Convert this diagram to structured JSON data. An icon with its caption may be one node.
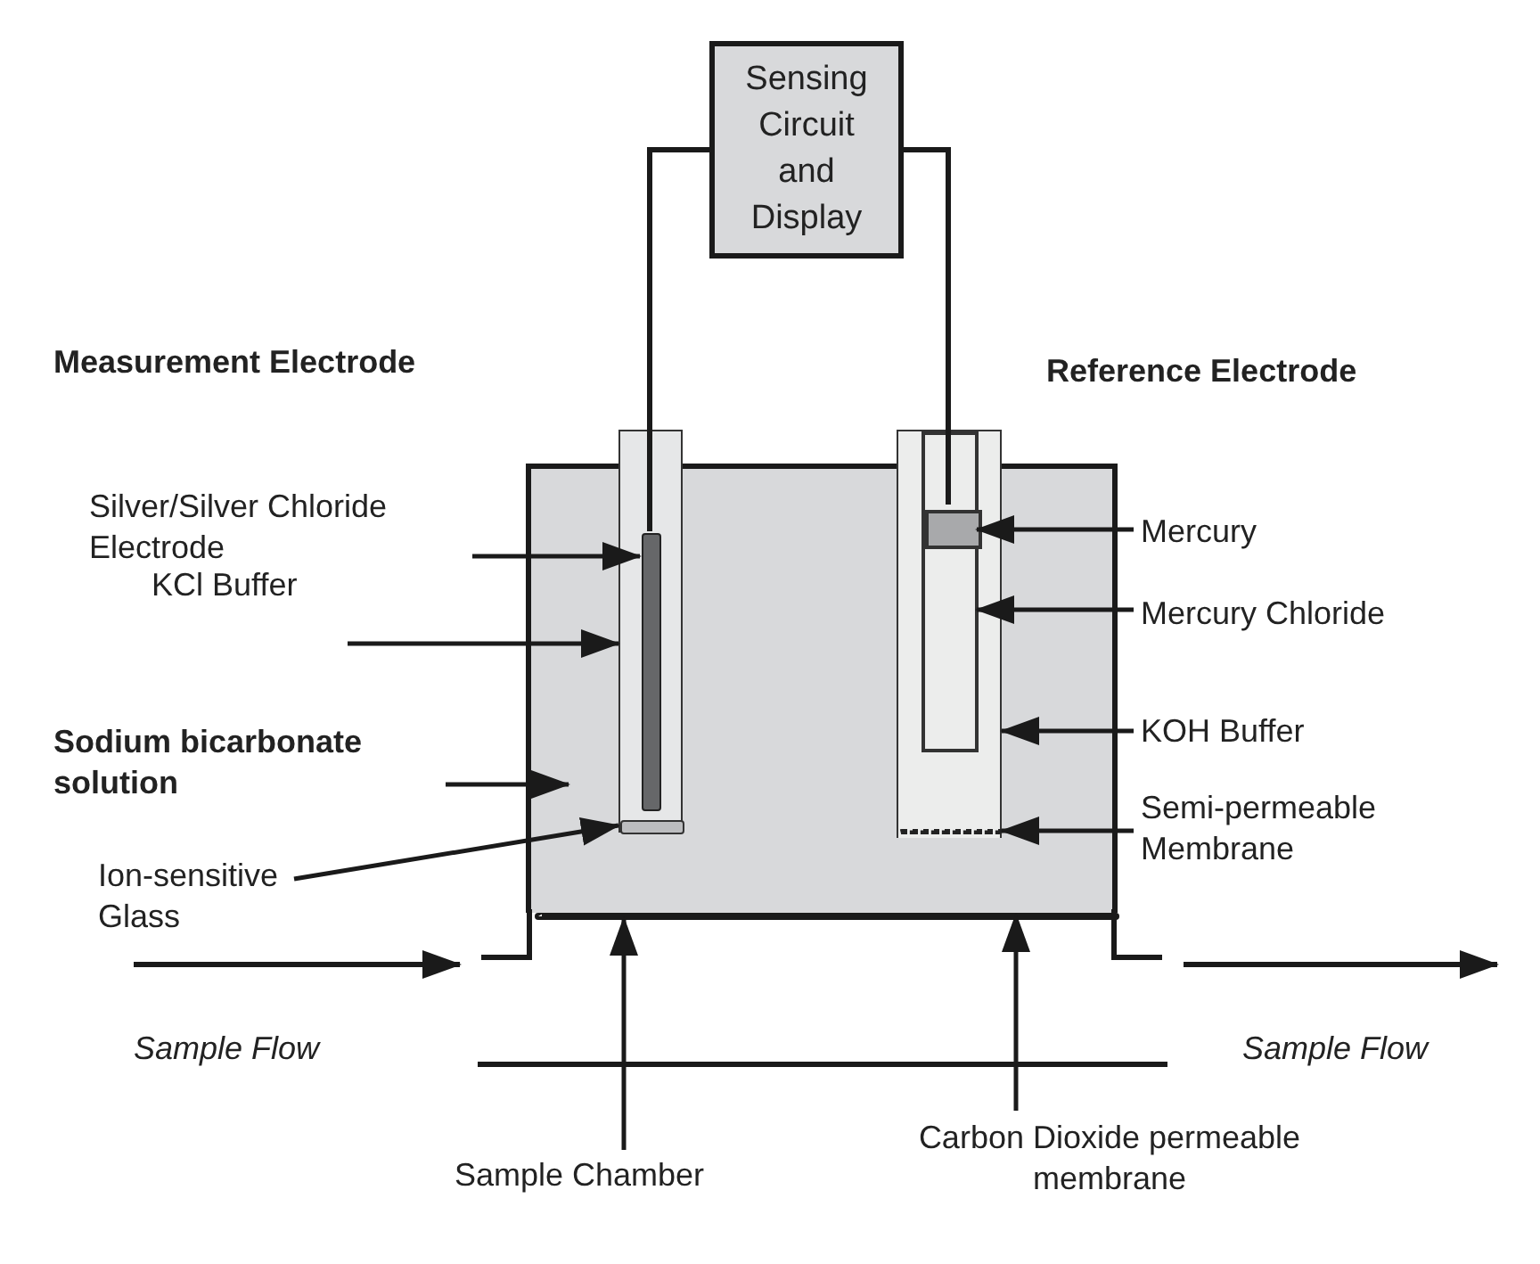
{
  "diagram": {
    "nodes": [
      {
        "text": [
          "Sensing Circuit and Display"
        ]
      },
      {
        "text": [
          "Silver/Silver Chloride Electrode"
        ]
      },
      {
        "text": [
          "KCl Buffer"
        ]
      },
      {
        "text": [
          "Sodium bicarbonate solution"
        ]
      },
      {
        "text": [
          "Ion-sensitive Glass"
        ]
      },
      {
        "text": [
          "Mercury"
        ]
      },
      {
        "text": [
          "Mercury Chloride"
        ]
      },
      {
        "text": [
          "KOH Buffer"
        ]
      },
      {
        "text": [
          "Semi-permeable Membrane"
        ]
      },
      {
        "text": [
          "Sample Chamber"
        ]
      },
      {
        "text": [
          "Carbon Dioxide permeable membrane"
        ]
      },
      {
        "text": [],
        "shape": "box"
      },
      {
        "text": [],
        "shape": "box"
      },
      {
        "text": [],
        "shape": "bar",
        "in": 12
      },
      {
        "text": [],
        "shape": "bar",
        "in": 12
      },
      {
        "text": [],
        "shape": "box"
      },
      {
        "text": [],
        "shape": "box",
        "in": 15
      },
      {
        "text": [],
        "shape": "box",
        "in": 16
      },
      {
        "text": [],
        "shape": "bar",
        "in": 15
      },
      {
        "text": [],
        "shape": "bar",
        "in": 11
      }
    ],
    "edges": [
      {
        "from": 0,
        "to": 13,
        "arrow": "none"
      },
      {
        "from": 0,
        "to": 17,
        "arrow": "none"
      },
      {
        "from": 1,
        "to": 13,
        "arrow": "to"
      },
      {
        "from": 2,
        "to": 12,
        "arrow": "to"
      },
      {
        "from": 3,
        "to": 11,
        "arrow": "to"
      },
      {
        "from": 4,
        "to": 14,
        "arrow": "to"
      },
      {
        "from": 5,
        "to": 17,
        "arrow": "to"
      },
      {
        "from": 6,
        "to": 16,
        "arrow": "to"
      },
      {
        "from": 7,
        "to": 15,
        "arrow": "to"
      },
      {
        "from": 8,
        "to": 18,
        "arrow": "to"
      },
      {
        "from": 9,
        "to": 11,
        "arrow": "to"
      },
      {
        "from": 10,
        "to": 19,
        "arrow": "to"
      }
    ],
    "labels": [
      "Measurement Electrode",
      "Reference Electrode",
      "Sample Flow",
      "Sample Flow"
    ]
  }
}
